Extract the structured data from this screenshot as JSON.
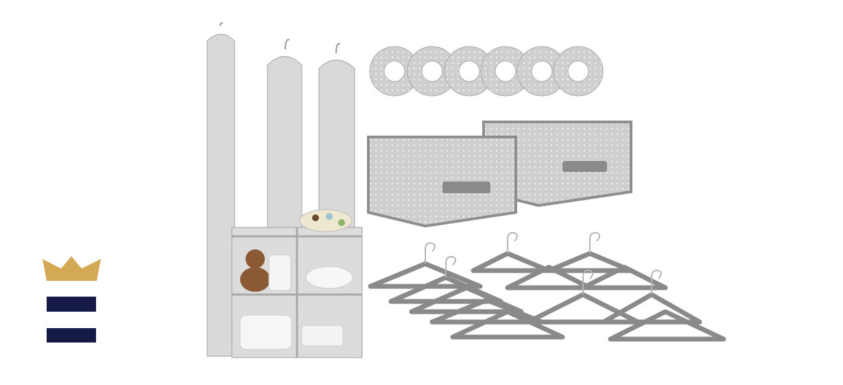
{
  "logo": {
    "crown_color": "#D4A955",
    "bar_color": "#141A45"
  },
  "product": {
    "fabric_color": "#D6D6D6",
    "trim_color": "#8E8E8E",
    "hanger_color": "#8A8A8A",
    "divider_count": 6,
    "bin_count": 2,
    "hanger_count": 12
  }
}
